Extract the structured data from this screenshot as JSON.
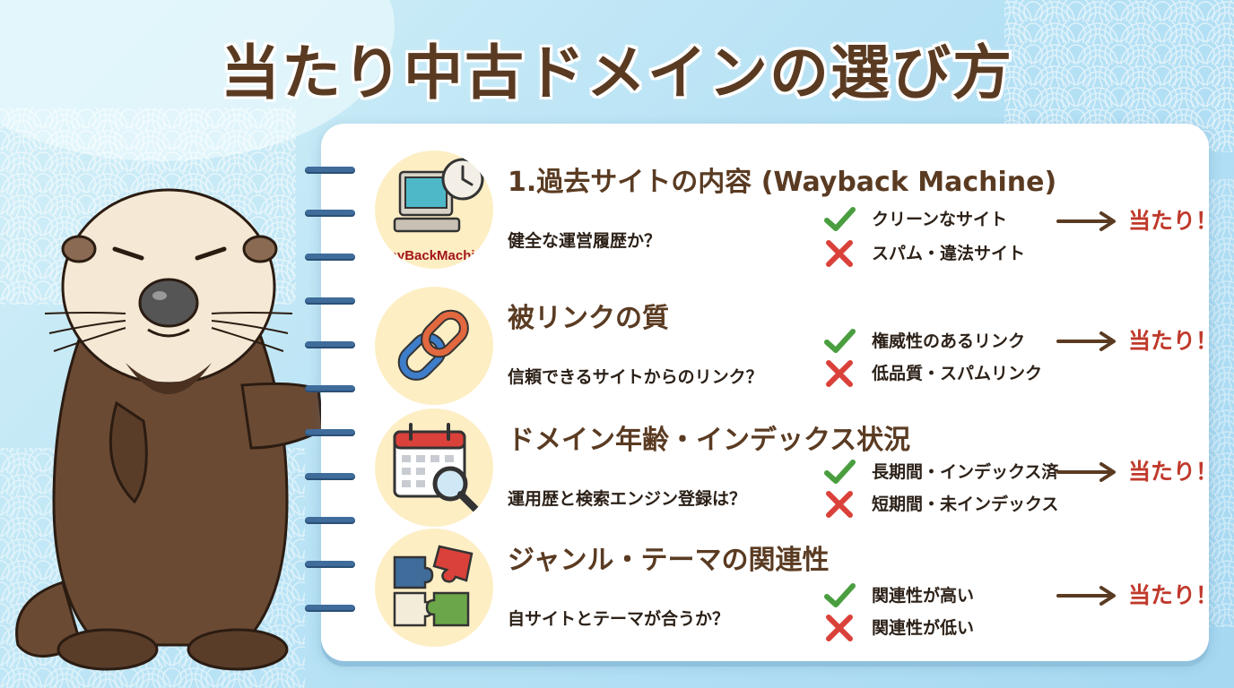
{
  "title": "当たり中古ドメインの選び方",
  "colors": {
    "title": "#5a3b22",
    "accent_red": "#c0392b",
    "check_green": "#4a9e3f",
    "cross_red": "#d9413a",
    "ring_blue": "#3f6c9a",
    "icon_bg": "#fdeec4"
  },
  "sections": [
    {
      "icon": "wayback-machine-icon",
      "icon_text": "WayBackMachine",
      "title": "1.過去サイトの内容 (Wayback Machine)",
      "question": "健全な運営履歴か？",
      "good": "クリーンなサイト",
      "bad": "スパム・違法サイト",
      "result": "当たり！"
    },
    {
      "icon": "chain-link-icon",
      "title": "被リンクの質",
      "question": "信頼できるサイトからのリンク？",
      "good": "権威性のあるリンク",
      "bad": "低品質・スパムリンク",
      "result": "当たり！"
    },
    {
      "icon": "calendar-search-icon",
      "title": "ドメイン年齢・インデックス状況",
      "question": "運用歴と検索エンジン登録は？",
      "good": "長期間・インデックス済",
      "bad": "短期間・未インデックス",
      "result": "当たり！"
    },
    {
      "icon": "puzzle-icon",
      "title": "ジャンル・テーマの関連性",
      "question": "自サイトとテーマが合うか？",
      "good": "関連性が高い",
      "bad": "関連性が低い",
      "result": "当たり！"
    }
  ]
}
